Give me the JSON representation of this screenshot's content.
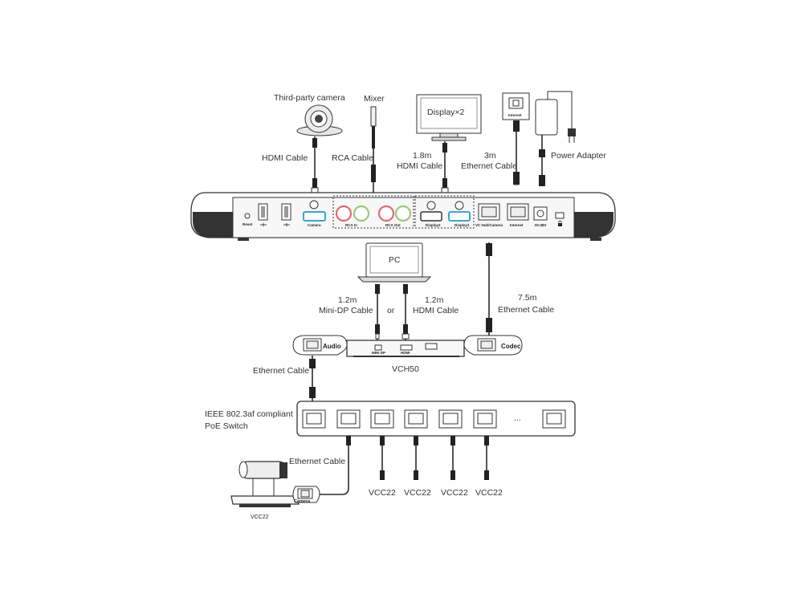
{
  "devices": {
    "third_party_camera": "Third-party camera",
    "mixer": "Mixer",
    "display": "Display×2",
    "internet": "Internet",
    "power_adapter": "Power Adapter",
    "pc": "PC",
    "hub": "VCH50",
    "switch_line1": "IEEE 802.3af compliant",
    "switch_line2": "PoE Switch",
    "camera_name": "VCC22",
    "ellipsis": "..."
  },
  "cables": {
    "hdmi_camera": "HDMI Cable",
    "rca": "RCA Cable",
    "display_len": "1.8m",
    "display_type": "HDMI Cable",
    "internet_len": "3m",
    "internet_type": "Ethernet Cable",
    "minidp_len": "1.2m",
    "minidp_type": "Mini-DP Cable",
    "or": "or",
    "pc_hdmi_len": "1.2m",
    "pc_hdmi_type": "HDMI Cable",
    "vchub_len": "7.5m",
    "vchub_type": "Ethernet Cable",
    "audio_eth": "Ethernet Cable",
    "cam_eth": "Ethernet Cable"
  },
  "codec_ports": {
    "reset": "Reset",
    "camera": "Camera",
    "rca_in": "RCA In",
    "rca_out": "RCA Out",
    "display2": "Display2",
    "display1": "Display1",
    "vc_hub": "VC Hub/Camera",
    "internet": "Internet",
    "dc": "DC48V"
  },
  "hub_ports": {
    "audio": "Audio",
    "mini_dp": "MINI DP",
    "hdmi": "HDMI",
    "codec": "Codec"
  },
  "camera_port": "Camera",
  "switch_cameras": [
    "VCC22",
    "VCC22",
    "VCC22",
    "VCC22"
  ]
}
